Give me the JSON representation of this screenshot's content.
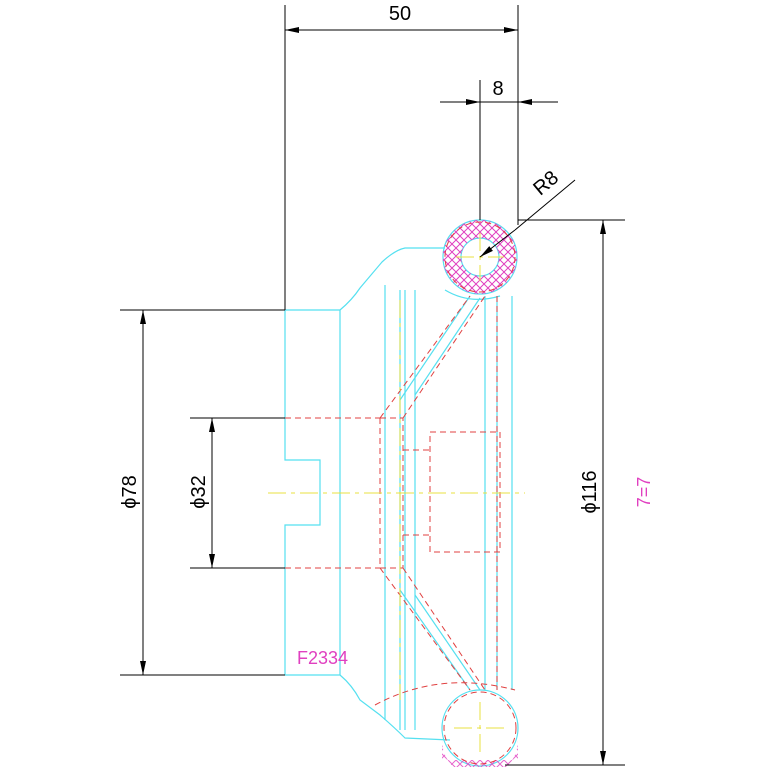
{
  "colors": {
    "outline": "#55E0F0",
    "hidden": "#E04040",
    "center": "#E8E040",
    "hatch": "#E040C0",
    "dimension": "#000000",
    "note": "#E040C0"
  },
  "dimensions": {
    "width_50": "50",
    "offset_8": "8",
    "radius_r8": "R8",
    "dia_78": "ϕ78",
    "dia_32": "ϕ32",
    "dia_116": "ϕ116"
  },
  "notes": {
    "part_code": "F2334",
    "ratio": "7=7"
  }
}
